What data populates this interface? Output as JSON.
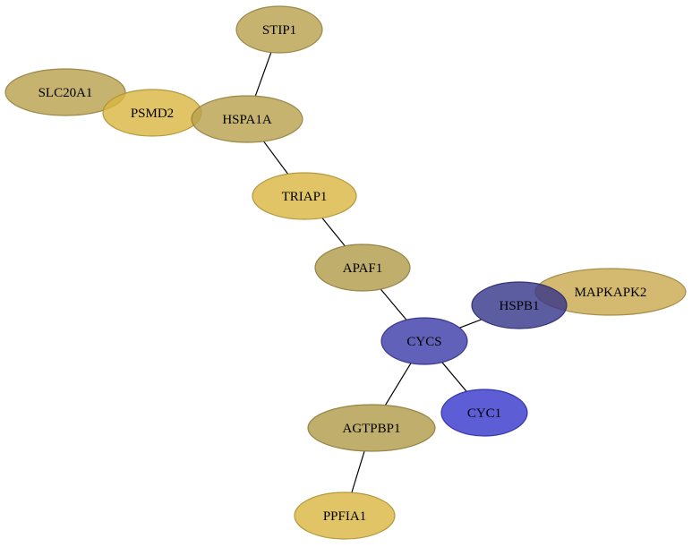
{
  "colors": {
    "gold_dark": "#b8a04c",
    "gold_light": "#d9b540",
    "gold_mid": "#c9a84c",
    "blue_dark": "#3a3a8f",
    "blue_mid": "#4646b5",
    "blue_bright": "#3a3ad6"
  },
  "nodes": [
    {
      "id": "STIP1",
      "label": "STIP1",
      "color": "#b8a04c"
    },
    {
      "id": "SLC20A1",
      "label": "SLC20A1",
      "color": "#b8a04c"
    },
    {
      "id": "PSMD2",
      "label": "PSMD2",
      "color": "#d9b540"
    },
    {
      "id": "HSPA1A",
      "label": "HSPA1A",
      "color": "#b8a04c"
    },
    {
      "id": "TRIAP1",
      "label": "TRIAP1",
      "color": "#d9b540"
    },
    {
      "id": "APAF1",
      "label": "APAF1",
      "color": "#b09a48"
    },
    {
      "id": "MAPKAPK2",
      "label": "MAPKAPK2",
      "color": "#c9a84c"
    },
    {
      "id": "HSPB1",
      "label": "HSPB1",
      "color": "#333388"
    },
    {
      "id": "CYCS",
      "label": "CYCS",
      "color": "#3a3aa8"
    },
    {
      "id": "CYC1",
      "label": "CYC1",
      "color": "#3434cc"
    },
    {
      "id": "AGTPBP1",
      "label": "AGTPBP1",
      "color": "#b09a48"
    },
    {
      "id": "PPFIA1",
      "label": "PPFIA1",
      "color": "#d9b540"
    }
  ],
  "edges": [
    {
      "source": "STIP1",
      "target": "HSPA1A"
    },
    {
      "source": "HSPA1A",
      "target": "TRIAP1"
    },
    {
      "source": "TRIAP1",
      "target": "APAF1"
    },
    {
      "source": "APAF1",
      "target": "CYCS"
    },
    {
      "source": "CYCS",
      "target": "HSPB1"
    },
    {
      "source": "CYCS",
      "target": "CYC1"
    },
    {
      "source": "CYCS",
      "target": "AGTPBP1"
    },
    {
      "source": "AGTPBP1",
      "target": "PPFIA1"
    }
  ]
}
